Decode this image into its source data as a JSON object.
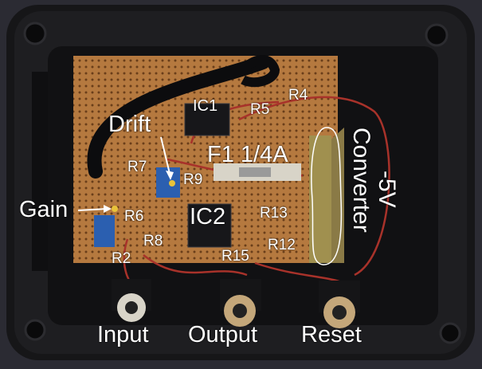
{
  "labels": {
    "drift": "Drift",
    "gain": "Gain",
    "ic1": "IC1",
    "ic2": "IC2",
    "r2": "R2",
    "r4": "R4",
    "r5": "R5",
    "r6": "R6",
    "r7": "R7",
    "r8": "R8",
    "r9": "R9",
    "r12": "R12",
    "r13": "R13",
    "r15": "R15",
    "fuse": "F1 1/4A",
    "converter_voltage": "-5V",
    "converter_word": "Converter",
    "input": "Input",
    "output": "Output",
    "reset": "Reset"
  },
  "colors": {
    "enclosure": "#1a1a1c",
    "board": "#b5793f",
    "wire": "#a8322a",
    "label_text": "#ffffff"
  }
}
